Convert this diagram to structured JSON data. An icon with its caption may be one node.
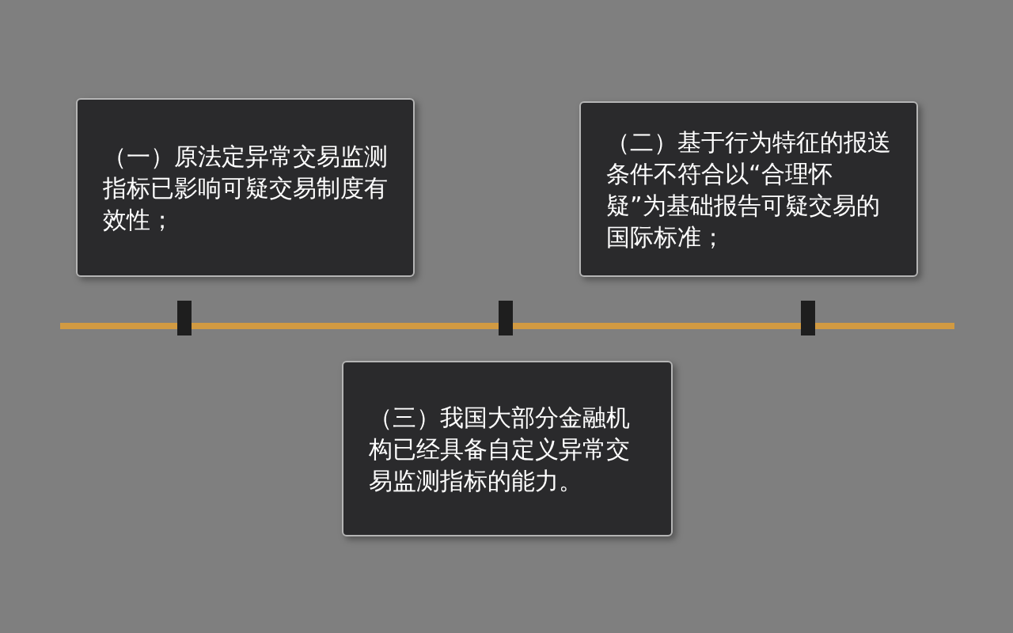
{
  "diagram": {
    "nodes": [
      {
        "text": [
          "（一）原法定异常交易监测指标已影响可疑交易制度有效性；"
        ]
      },
      {
        "text": [
          "（二）基于行为特征的报送条件不符合以“合理怀疑”为基础报告可疑交易的国际标准；"
        ]
      },
      {
        "text": [
          "（三）我国大部分金融机构已经具备自定义异常交易监测指标的能力。"
        ]
      }
    ]
  }
}
